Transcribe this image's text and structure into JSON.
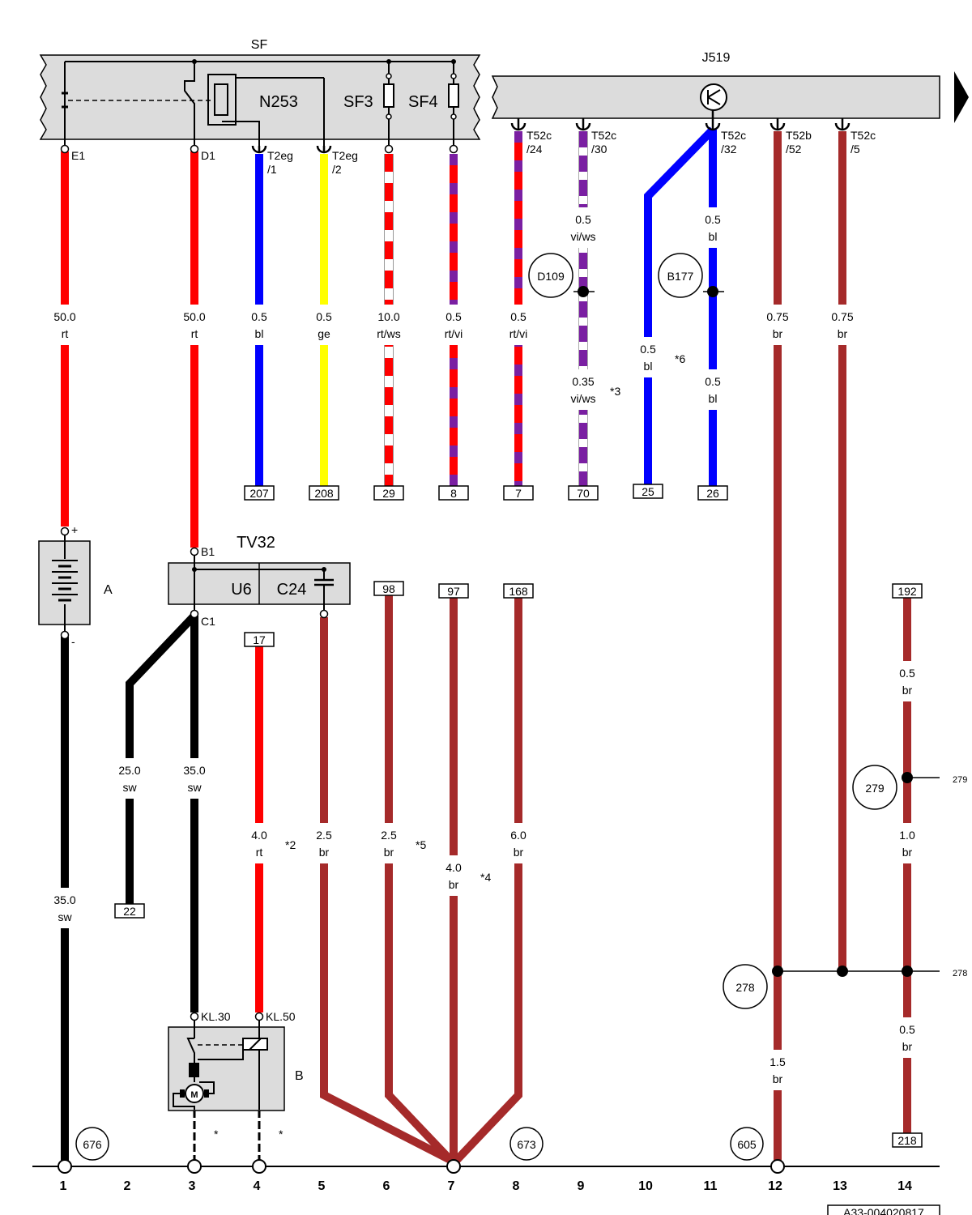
{
  "diagram_code": "A33-004020817",
  "components": {
    "sf": "SF",
    "n253": "N253",
    "sf3": "SF3",
    "sf4": "SF4",
    "j519": "J519",
    "tv32": "TV32",
    "u6": "U6",
    "c24": "C24",
    "battery": "A",
    "starter": "B",
    "d109": "D109",
    "b177": "B177"
  },
  "pins": {
    "e1": "E1",
    "d1": "D1",
    "b1": "B1",
    "c1": "C1",
    "t2eg1": [
      "T2eg",
      "/1"
    ],
    "t2eg2": [
      "T2eg",
      "/2"
    ],
    "t52c24": [
      "T52c",
      "/24"
    ],
    "t52c30": [
      "T52c",
      "/30"
    ],
    "t52c32": [
      "T52c",
      "/32"
    ],
    "t52b52": [
      "T52b",
      "/52"
    ],
    "t52c5": [
      "T52c",
      "/5"
    ],
    "kl30": "KL.30",
    "kl50": "KL.50",
    "plus": "+",
    "minus": "-"
  },
  "wires": {
    "w1": [
      "50.0",
      "rt"
    ],
    "w2": [
      "50.0",
      "rt"
    ],
    "w3": [
      "0.5",
      "bl"
    ],
    "w4": [
      "0.5",
      "ge"
    ],
    "w5": [
      "10.0",
      "rt/ws"
    ],
    "w6": [
      "0.5",
      "rt/vi"
    ],
    "w7": [
      "0.5",
      "rt/vi"
    ],
    "w8a": [
      "0.5",
      "vi/ws"
    ],
    "w8b": [
      "0.35",
      "vi/ws"
    ],
    "w9": [
      "0.5",
      "bl"
    ],
    "w10a": [
      "0.5",
      "bl"
    ],
    "w10b": [
      "0.5",
      "bl"
    ],
    "w11": [
      "0.75",
      "br"
    ],
    "w12": [
      "0.75",
      "br"
    ],
    "w13": [
      "35.0",
      "sw"
    ],
    "w14": [
      "25.0",
      "sw"
    ],
    "w15": [
      "35.0",
      "sw"
    ],
    "w16": [
      "4.0",
      "rt"
    ],
    "w17": [
      "2.5",
      "br"
    ],
    "w18": [
      "2.5",
      "br"
    ],
    "w19": [
      "4.0",
      "br"
    ],
    "w20": [
      "6.0",
      "br"
    ],
    "w21": [
      "0.5",
      "br"
    ],
    "w22": [
      "1.0",
      "br"
    ],
    "w23": [
      "1.5",
      "br"
    ],
    "w24": [
      "0.5",
      "br"
    ]
  },
  "notes": {
    "n3": "*3",
    "n6": "*6",
    "n2": "*2",
    "n5": "*5",
    "n4": "*4",
    "star_a": "*",
    "star_b": "*"
  },
  "refs": {
    "r207": "207",
    "r208": "208",
    "r29": "29",
    "r8": "8",
    "r7": "7",
    "r70": "70",
    "r25": "25",
    "r26": "26",
    "r98": "98",
    "r97": "97",
    "r168": "168",
    "r192": "192",
    "r17": "17",
    "r22": "22",
    "r218": "218"
  },
  "grounds": {
    "g676": "676",
    "g673": "673",
    "g605": "605",
    "g278": "278",
    "g279": "279",
    "e278": "278",
    "e279": "279"
  },
  "columns": [
    "1",
    "2",
    "3",
    "4",
    "5",
    "6",
    "7",
    "8",
    "9",
    "10",
    "11",
    "12",
    "13",
    "14"
  ],
  "colors": {
    "rt": "#ff0000",
    "bl": "#0000ff",
    "ge": "#ffff00",
    "br": "#a52a2a",
    "sw": "#000000",
    "vi": "#7a1fa2",
    "ws": "#ffffff",
    "panel": "#dcdcdc"
  }
}
